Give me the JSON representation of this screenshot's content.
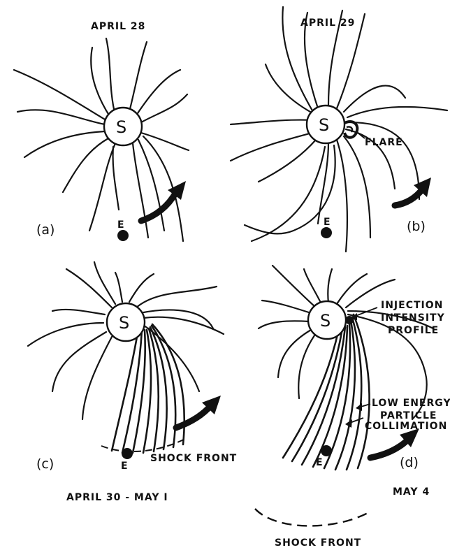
{
  "panels": [
    {
      "id": "a",
      "letter": "(a)",
      "date": "APRIL 28",
      "sun": "S",
      "earth": "E"
    },
    {
      "id": "b",
      "letter": "(b)",
      "date": "APRIL 29",
      "sun": "S",
      "earth": "E",
      "annotation": "FLARE"
    },
    {
      "id": "c",
      "letter": "(c)",
      "date": "APRIL 30 - MAY I",
      "sun": "S",
      "earth": "E",
      "annotation": "SHOCK FRONT"
    },
    {
      "id": "d",
      "letter": "(d)",
      "date": "MAY 4",
      "sun": "S",
      "earth": "E",
      "annotations": [
        "INJECTION",
        "INTENSITY",
        "PROFILE",
        "LOW ENERGY",
        "PARTICLE",
        "COLLIMATION"
      ]
    }
  ],
  "bottom_label": "SHOCK FRONT",
  "colors": {
    "ink": "#111111",
    "background": "#ffffff"
  }
}
